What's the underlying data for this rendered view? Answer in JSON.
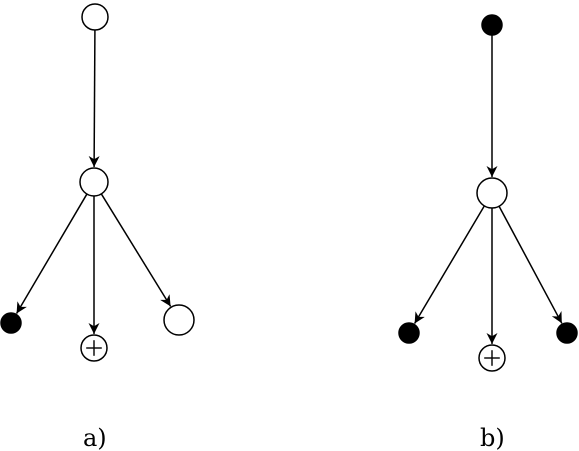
{
  "panels": [
    {
      "id": "a",
      "label": "a)",
      "nodes": [
        {
          "id": "root",
          "kind": "open"
        },
        {
          "id": "hub",
          "kind": "open"
        },
        {
          "id": "left-leaf",
          "kind": "filled"
        },
        {
          "id": "middle-leaf",
          "kind": "plus"
        },
        {
          "id": "right-leaf",
          "kind": "open"
        }
      ],
      "edges": [
        {
          "from": "root",
          "to": "hub"
        },
        {
          "from": "hub",
          "to": "left-leaf"
        },
        {
          "from": "hub",
          "to": "middle-leaf"
        },
        {
          "from": "hub",
          "to": "right-leaf"
        }
      ]
    },
    {
      "id": "b",
      "label": "b)",
      "nodes": [
        {
          "id": "root",
          "kind": "filled"
        },
        {
          "id": "hub",
          "kind": "open"
        },
        {
          "id": "left-leaf",
          "kind": "filled"
        },
        {
          "id": "middle-leaf",
          "kind": "plus"
        },
        {
          "id": "right-leaf",
          "kind": "filled"
        }
      ],
      "edges": [
        {
          "from": "root",
          "to": "hub"
        },
        {
          "from": "hub",
          "to": "left-leaf"
        },
        {
          "from": "hub",
          "to": "middle-leaf"
        },
        {
          "from": "hub",
          "to": "right-leaf"
        }
      ]
    }
  ],
  "colors": {
    "stroke": "#000000",
    "fill_filled": "#000000",
    "fill_open": "#ffffff"
  }
}
